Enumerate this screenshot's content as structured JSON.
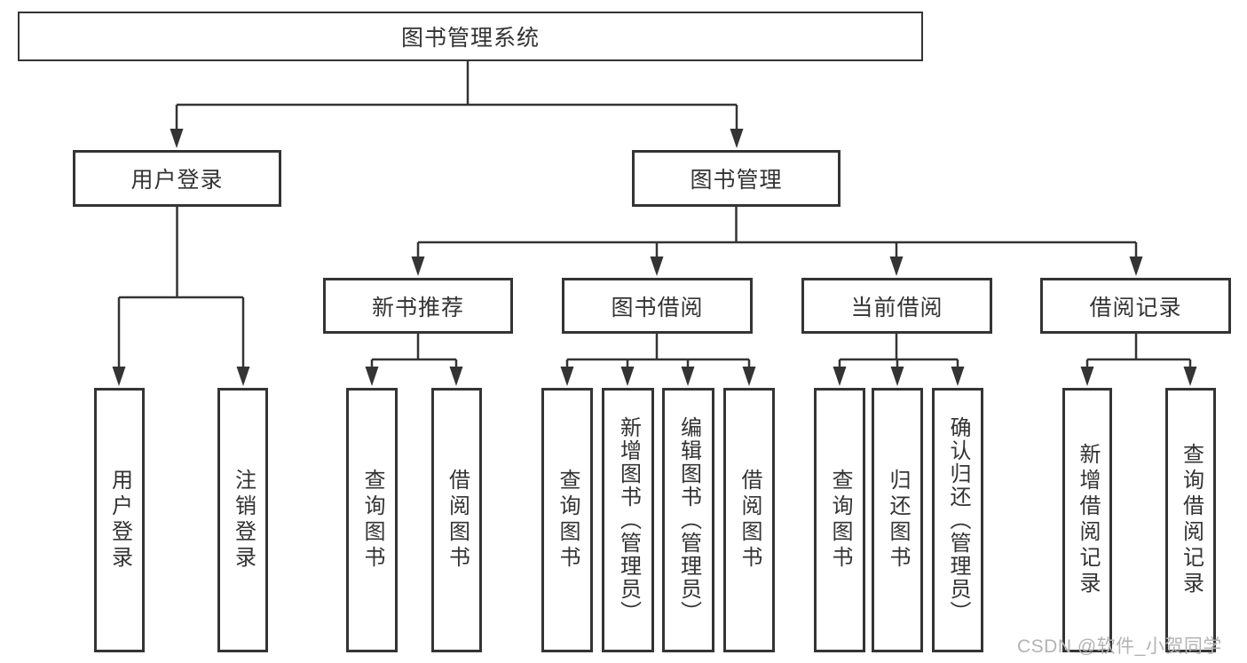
{
  "diagram": {
    "title": "图书管理系统",
    "type": "hierarchy-tree",
    "colors": {
      "box_border": "#343434",
      "line": "#343434",
      "text": "#333333",
      "background": "#ffffff",
      "watermark": "#b3b3b3"
    },
    "tree": {
      "root": {
        "label": "图书管理系统",
        "children": [
          {
            "label": "用户登录",
            "children": [
              {
                "label": "用户登录"
              },
              {
                "label": "注销登录"
              }
            ]
          },
          {
            "label": "图书管理",
            "children": [
              {
                "label": "新书推荐",
                "children": [
                  {
                    "label": "查询图书"
                  },
                  {
                    "label": "借阅图书"
                  }
                ]
              },
              {
                "label": "图书借阅",
                "children": [
                  {
                    "label": "查询图书"
                  },
                  {
                    "label": "新增图书（管理员）"
                  },
                  {
                    "label": "编辑图书（管理员）"
                  },
                  {
                    "label": "借阅图书"
                  }
                ]
              },
              {
                "label": "当前借阅",
                "children": [
                  {
                    "label": "查询图书"
                  },
                  {
                    "label": "归还图书"
                  },
                  {
                    "label": "确认归还（管理员）"
                  }
                ]
              },
              {
                "label": "借阅记录",
                "children": [
                  {
                    "label": "新增借阅记录"
                  },
                  {
                    "label": "查询借阅记录"
                  }
                ]
              }
            ]
          }
        ]
      }
    },
    "watermark": {
      "text": "CSDN @软件_小贺同学"
    }
  }
}
